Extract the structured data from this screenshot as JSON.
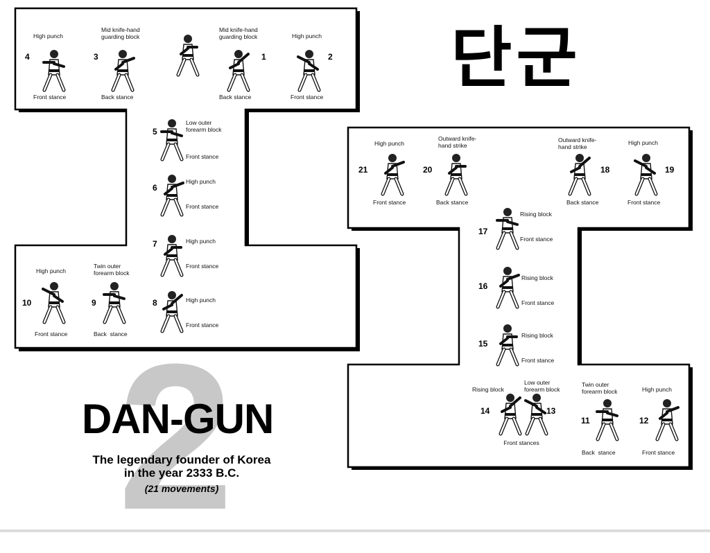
{
  "diagram": {
    "korean_title": "단군",
    "big_number": "2",
    "title": "DAN-GUN",
    "subtitle": "The legendary founder of Korea\nin the year 2333 B.C.",
    "movements": "(21 movements)",
    "moves": [
      {
        "num": "4",
        "tech": "High punch",
        "stance": "Front stance"
      },
      {
        "num": "3",
        "tech": "Mid knife-hand\nguarding block",
        "stance": "Back stance"
      },
      {
        "num": "",
        "tech": "",
        "stance": ""
      },
      {
        "num": "1",
        "tech": "Mid knife-hand\nguarding block",
        "stance": "Back stance"
      },
      {
        "num": "2",
        "tech": "High punch",
        "stance": "Front stance"
      },
      {
        "num": "5",
        "tech": "Low outer\nforearm block",
        "stance": "Front stance"
      },
      {
        "num": "6",
        "tech": "High punch",
        "stance": "Front stance"
      },
      {
        "num": "7",
        "tech": "High punch",
        "stance": "Front stance"
      },
      {
        "num": "8",
        "tech": "High punch",
        "stance": "Front stance"
      },
      {
        "num": "10",
        "tech": "High punch",
        "stance": "Front stance"
      },
      {
        "num": "9",
        "tech": "Twin outer\nforearm block",
        "stance": "Back  stance"
      },
      {
        "num": "21",
        "tech": "High punch",
        "stance": "Front stance"
      },
      {
        "num": "20",
        "tech": "Outward knife-\nhand strike",
        "stance": "Back stance"
      },
      {
        "num": "18",
        "tech": "Outward knife-\nhand strike",
        "stance": "Back stance"
      },
      {
        "num": "19",
        "tech": "High punch",
        "stance": "Front stance"
      },
      {
        "num": "17",
        "tech": "Rising block",
        "stance": "Front stance"
      },
      {
        "num": "16",
        "tech": "Rising block",
        "stance": "Front stance"
      },
      {
        "num": "15",
        "tech": "Rising block",
        "stance": "Front stance"
      },
      {
        "num": "14",
        "tech": "Rising block",
        "stance": ""
      },
      {
        "num": "13",
        "tech": "Low outer\nforearm block",
        "stance": ""
      },
      {
        "num": "11",
        "tech": "Twin outer\nforearm block",
        "stance": "Back  stance"
      },
      {
        "num": "12",
        "tech": "High punch",
        "stance": "Front stance"
      }
    ],
    "shared_stance_14_13": "Front stances"
  }
}
